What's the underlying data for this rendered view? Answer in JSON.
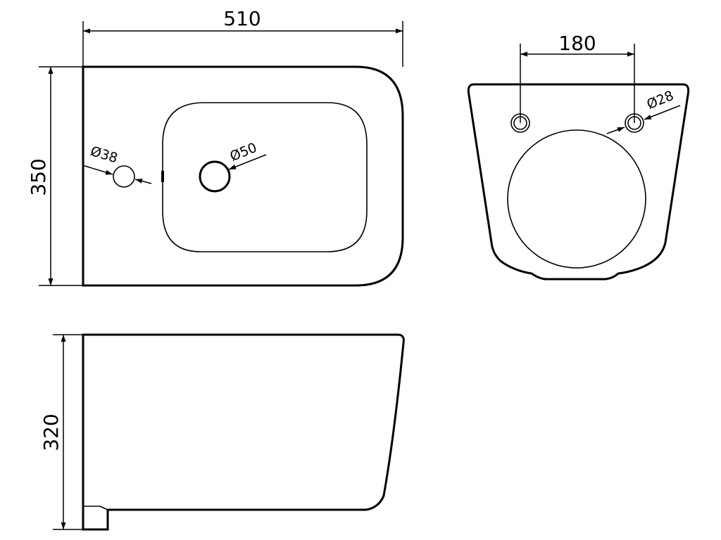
{
  "drawing": {
    "top_view": {
      "width": "510",
      "depth": "350",
      "tap_hole": "Ø38",
      "waste_hole": "Ø50"
    },
    "rear_view": {
      "fixing_distance": "180",
      "fixing_hole": "Ø28"
    },
    "side_view": {
      "height": "320"
    }
  }
}
